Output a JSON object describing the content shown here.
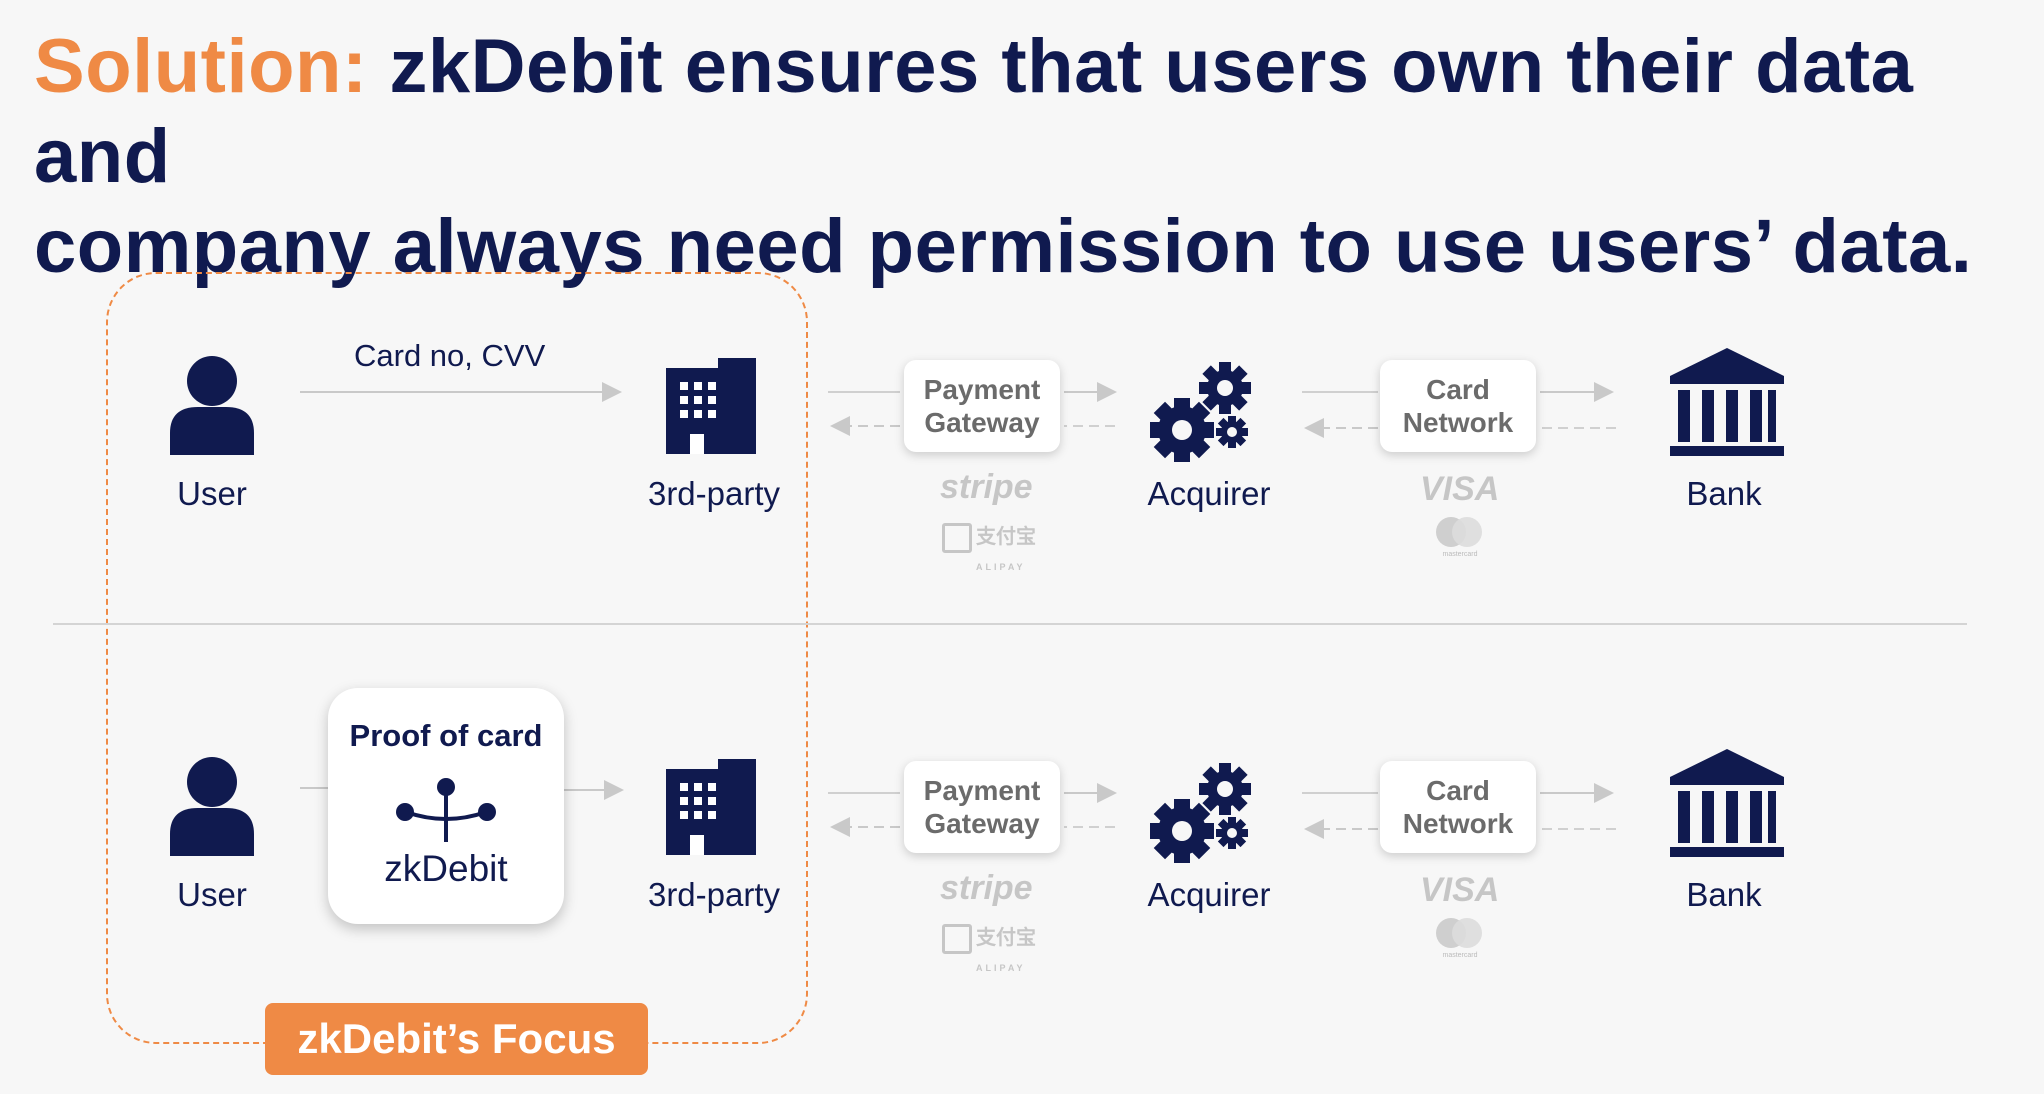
{
  "title": {
    "accent": "Solution:",
    "line1": " zkDebit ensures that users own their data and",
    "line2": "company always need permission to use users’ data."
  },
  "top_row": {
    "user_label": "User",
    "arrow_label": "Card no, CVV",
    "third_party_label": "3rd-party",
    "payment_gateway": "Payment\nGateway",
    "acquirer_label": "Acquirer",
    "card_network": "Card\nNetwork",
    "bank_label": "Bank",
    "gateway_logos": [
      "stripe",
      "支付宝"
    ],
    "gateway_logo_sub": "ALIPAY",
    "network_logos": [
      "VISA",
      "mastercard"
    ]
  },
  "bottom_row": {
    "user_label": "User",
    "proof_title": "Proof of card",
    "proof_brand": "zkDebit",
    "third_party_label": "3rd-party",
    "payment_gateway": "Payment\nGateway",
    "acquirer_label": "Acquirer",
    "card_network": "Card\nNetwork",
    "bank_label": "Bank",
    "gateway_logos": [
      "stripe",
      "支付宝"
    ],
    "gateway_logo_sub": "ALIPAY",
    "network_logos": [
      "VISA",
      "mastercard"
    ]
  },
  "focus_label": "zkDebit’s Focus",
  "colors": {
    "navy": "#101a4f",
    "orange": "#ef8a45",
    "muted": "#c6c6c6"
  },
  "icons": [
    "user-icon",
    "building-icon",
    "gears-icon",
    "bank-icon",
    "zkdebit-tree-icon"
  ]
}
